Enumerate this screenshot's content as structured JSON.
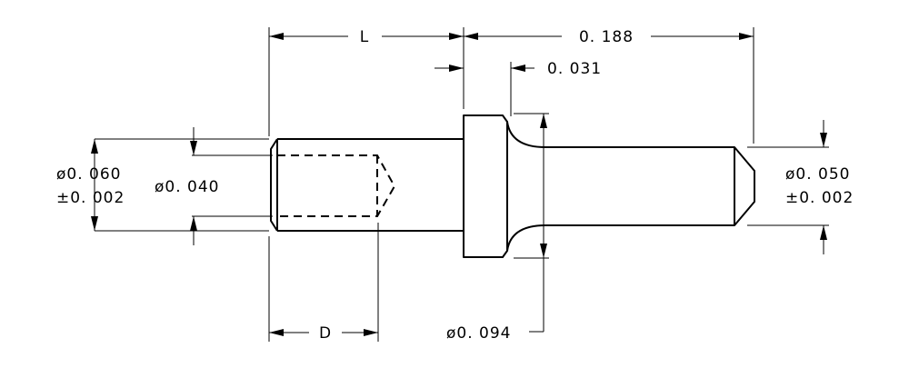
{
  "dimensions": {
    "length": "L",
    "overall_length": "0. 188",
    "head_thickness": "0. 031",
    "outer_diameter": "ø0. 060",
    "outer_diameter_tol": "±0. 002",
    "bore_diameter": "ø0. 040",
    "pin_diameter": "ø0. 050",
    "pin_diameter_tol": "±0. 002",
    "bore_depth": "D",
    "head_diameter": "ø0. 094"
  },
  "colors": {
    "line": "#000000",
    "background": "#ffffff"
  }
}
